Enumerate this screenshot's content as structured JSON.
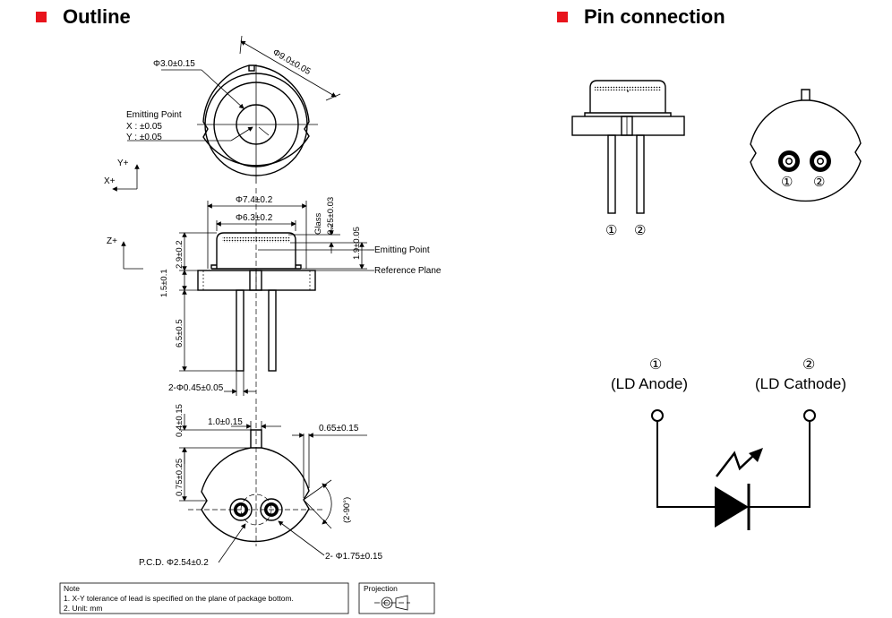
{
  "headers": {
    "outline": "Outline",
    "pin_connection": "Pin connection"
  },
  "top_view": {
    "phi_outer": "Φ9.0±0.05",
    "phi_window": "Φ3.0±0.15",
    "emitting_point": "Emitting Point",
    "x_tol": "X : ±0.05",
    "y_tol": "Y : ±0.05",
    "axis_y": "Y+",
    "axis_x": "X+"
  },
  "side_view": {
    "phi_cap_outer": "Φ7.4±0.2",
    "phi_cap_inner": "Φ6.3±0.2",
    "glass_label": "Glass",
    "glass_thickness": "0.25±0.03",
    "dim_1_9": "1.9±0.05",
    "dim_2_9": "2.9±0.2",
    "dim_1_5": "1.5±0.1",
    "dim_6_5": "6.5±0.5",
    "lead_dia": "2-Φ0.45±0.05",
    "emitting_point": "Emitting Point",
    "reference_plane": "Reference Plane",
    "axis_z": "Z+"
  },
  "bottom_view": {
    "dim_1_0": "1.0±0.15",
    "dim_0_65": "0.65±0.15",
    "dim_0_4": "0.4±0.15",
    "dim_0_75": "0.75±0.25",
    "angle": "(2-90°)",
    "pcd": "P.C.D. Φ2.54±0.2",
    "pad_dia": "2- Φ1.75±0.15"
  },
  "note": {
    "title": "Note",
    "line1": "1. X-Y tolerance of lead is specified on the plane of package bottom.",
    "line2": "2. Unit: mm"
  },
  "projection": {
    "label": "Projection"
  },
  "pin_view": {
    "pin1": "①",
    "pin2": "②"
  },
  "schematic": {
    "pin1_num": "①",
    "pin2_num": "②",
    "pin1_label": "(LD Anode)",
    "pin2_label": "(LD Cathode)"
  }
}
